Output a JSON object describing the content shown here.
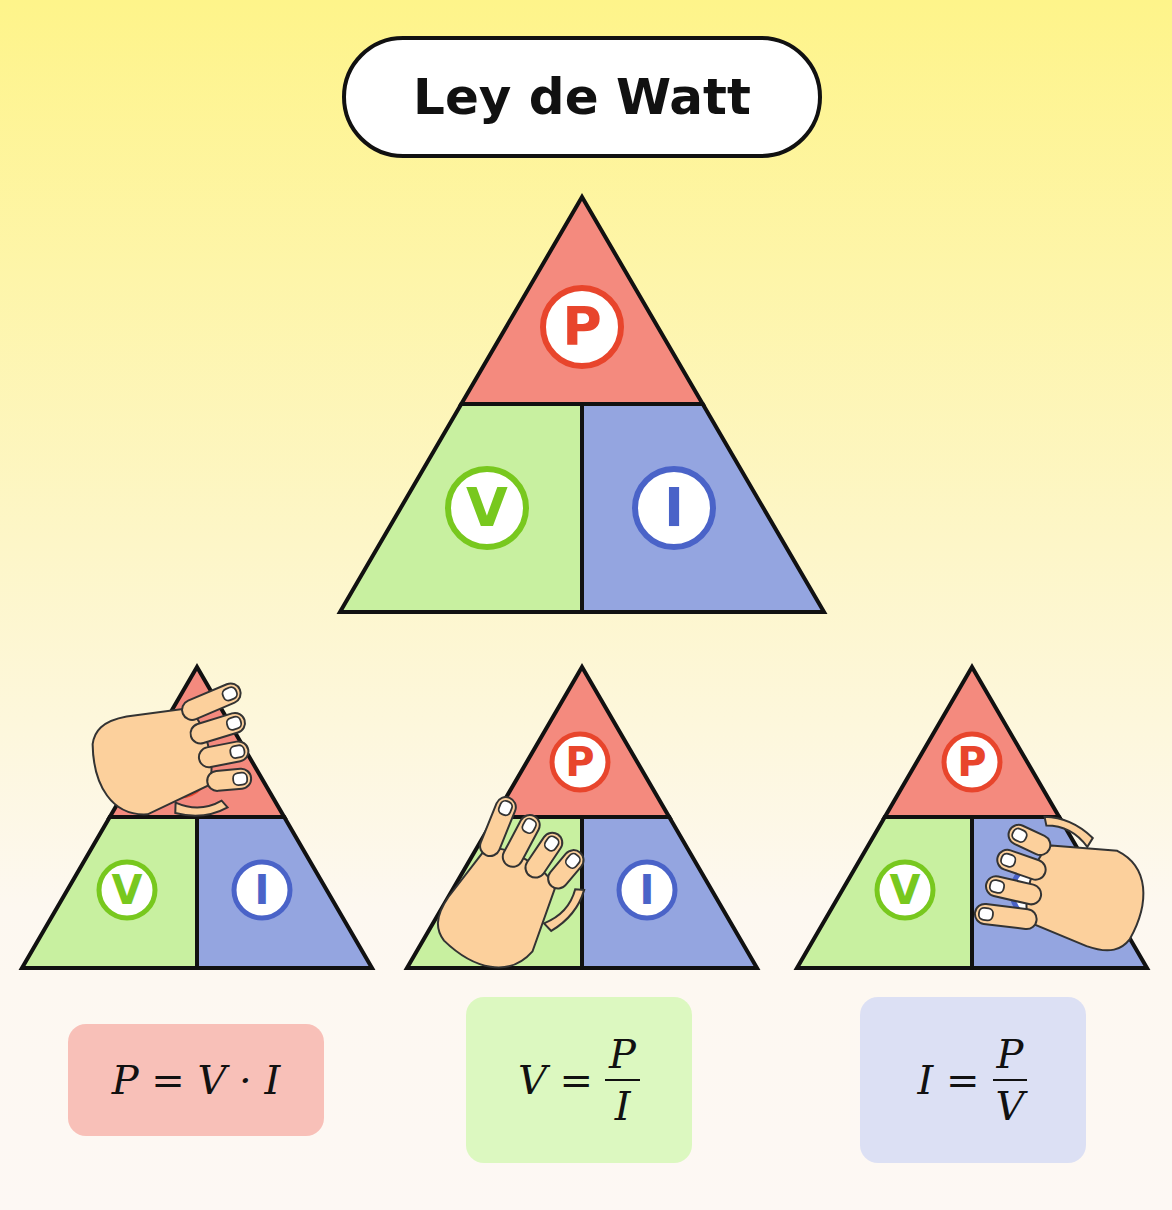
{
  "diagram": {
    "title": "Ley de Watt",
    "nodes": [
      {
        "text": [
          "P"
        ]
      },
      {
        "text": [
          "V"
        ]
      },
      {
        "text": [
          "I"
        ]
      },
      {
        "text": [
          "V"
        ]
      },
      {
        "text": [
          "I"
        ]
      },
      {
        "text": [
          "P"
        ]
      },
      {
        "text": [
          "I"
        ]
      },
      {
        "text": [
          "P"
        ]
      },
      {
        "text": [
          "V"
        ]
      },
      {
        "text": [
          "P = V · I"
        ]
      },
      {
        "text": [
          "V =",
          "P",
          "I"
        ]
      },
      {
        "text": [
          "I =",
          "P",
          "V"
        ]
      }
    ]
  }
}
